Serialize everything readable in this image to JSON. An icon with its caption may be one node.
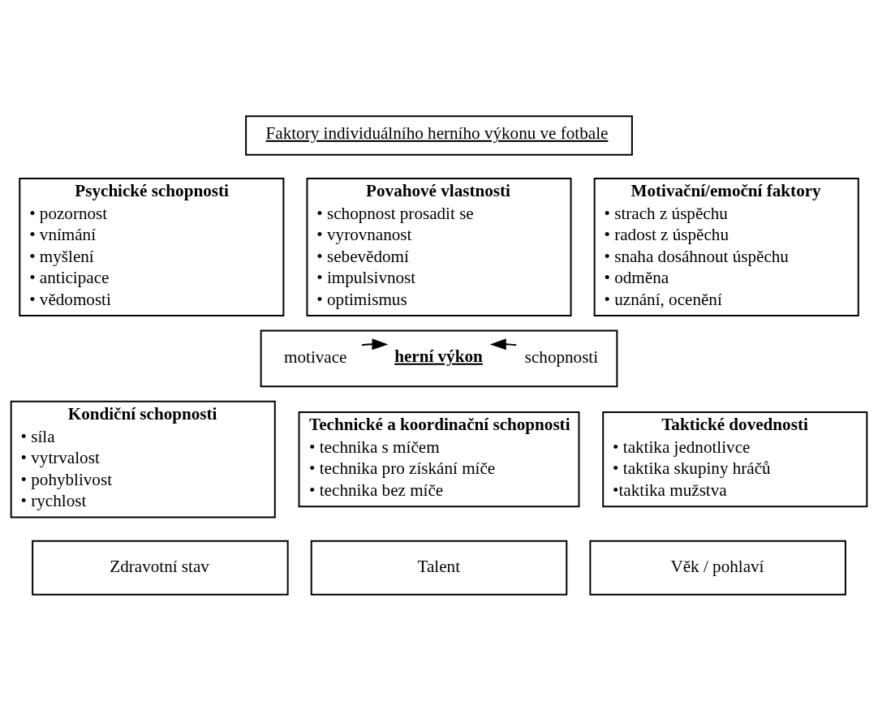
{
  "diagram": {
    "nodes": [
      {
        "text": [
          "Faktory individuálního herního výkonu ve fotbale"
        ]
      },
      {
        "text": [
          "Psychické schopnosti",
          "• pozornost",
          "• vnímání",
          "• myšlení",
          "• anticipace",
          "• vědomosti"
        ]
      },
      {
        "text": [
          "Povahové vlastnosti",
          "• schopnost prosadit se",
          "• vyrovnanost",
          "• sebevědomí",
          "• impulsivnost",
          "• optimismus"
        ]
      },
      {
        "text": [
          "Motivační/emoční faktory",
          "• strach z úspěchu",
          "• radost z úspěchu",
          "• snaha dosáhnout úspěchu",
          "• odměna",
          "• uznání, ocenění"
        ]
      },
      {
        "text": [],
        "shape": "box"
      },
      {
        "text": [
          "motivace"
        ],
        "in": 4
      },
      {
        "text": [
          "herní výkon"
        ],
        "in": 4
      },
      {
        "text": [
          "schopnosti"
        ],
        "in": 4
      },
      {
        "text": [
          "Kondiční schopnosti",
          "• síla",
          "• vytrvalost",
          "• pohyblivost",
          "• rychlost"
        ]
      },
      {
        "text": [
          "Technické a koordinační schopnosti",
          "• technika s míčem",
          "• technika pro získání míče",
          "• technika bez míče"
        ]
      },
      {
        "text": [
          "Taktické dovednosti",
          "• taktika jednotlivce",
          "• taktika skupiny hráčů",
          "•taktika mužstva"
        ]
      },
      {
        "text": [
          "Zdravotní stav"
        ]
      },
      {
        "text": [
          "Talent"
        ]
      },
      {
        "text": [
          "Věk / pohlaví"
        ]
      }
    ],
    "edges": [
      {
        "from": 5,
        "to": 6,
        "arrow": "to"
      },
      {
        "from": 7,
        "to": 6,
        "arrow": "to"
      }
    ]
  }
}
